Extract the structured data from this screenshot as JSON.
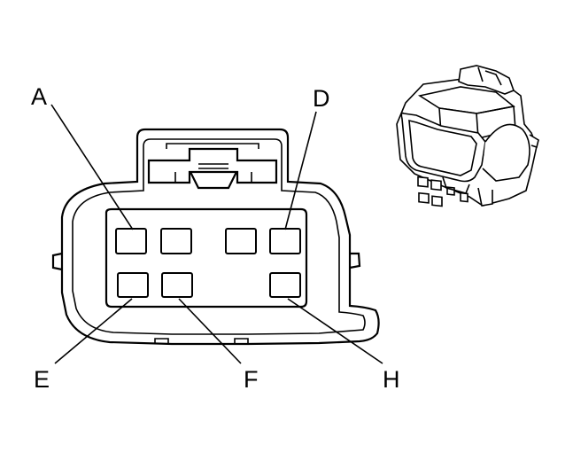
{
  "diagram": {
    "pin_labels": {
      "a": "A",
      "d": "D",
      "e": "E",
      "f": "F",
      "h": "H"
    },
    "line_color": "#000000",
    "background": "#ffffff"
  }
}
